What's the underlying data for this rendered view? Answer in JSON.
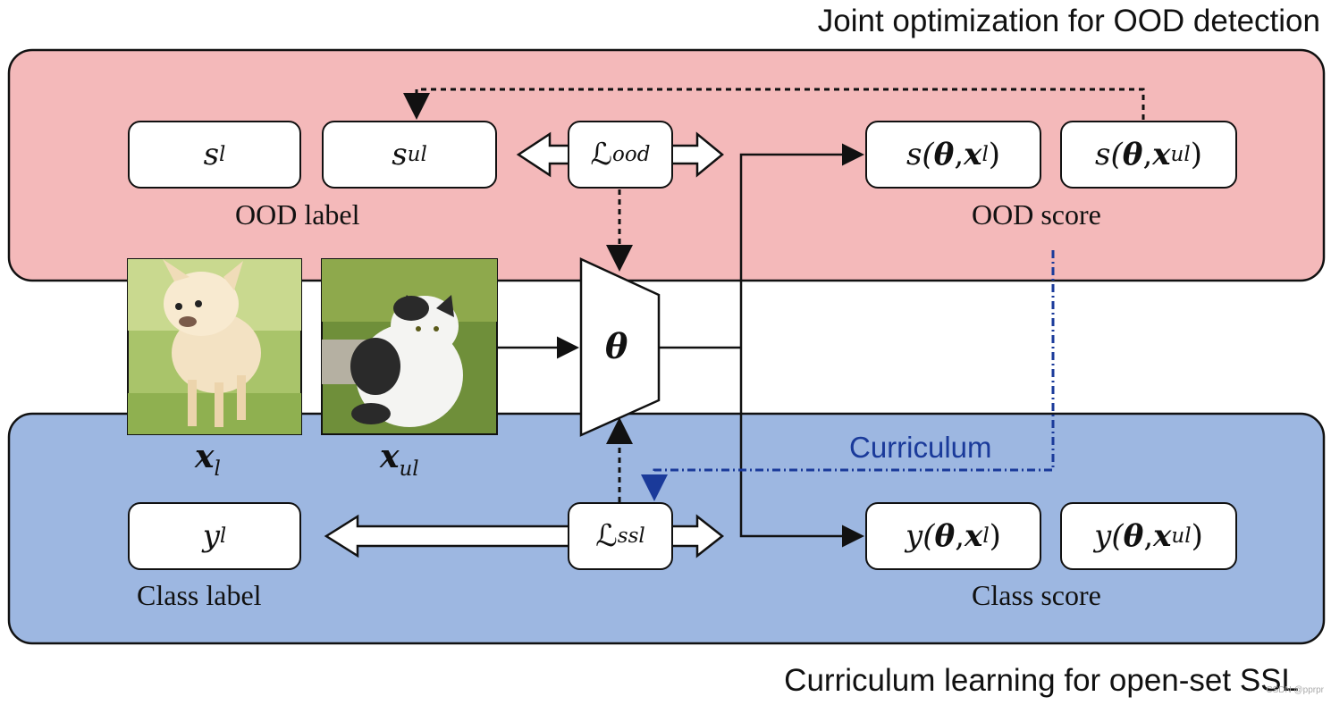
{
  "titles": {
    "top": "Joint optimization for OOD detection",
    "bottom": "Curriculum learning for open-set SSL"
  },
  "colors": {
    "top_panel": "#f4b9ba",
    "bottom_panel": "#9db7e1",
    "curriculum_line": "#1a3a9a"
  },
  "ood": {
    "s_l": {
      "base": "s",
      "sub": "l"
    },
    "s_ul": {
      "base": "s",
      "sub": "ul"
    },
    "loss": {
      "base": "ℒ",
      "sub": "ood"
    },
    "score_l": {
      "prefix": "s(",
      "theta": "θ",
      "comma": ",",
      "x": "x",
      "sub": "l",
      "suffix": ")"
    },
    "score_ul": {
      "prefix": "s(",
      "theta": "θ",
      "comma": ",",
      "x": "x",
      "sub": "ul",
      "suffix": ")"
    },
    "label_caption": "OOD label",
    "score_caption": "OOD score"
  },
  "ssl": {
    "y_l": {
      "base": "y",
      "sub": "l"
    },
    "loss": {
      "base": "ℒ",
      "sub": "ssl"
    },
    "score_l": {
      "prefix": "y(",
      "theta": "θ",
      "comma": ",",
      "x": "x",
      "sub": "l",
      "suffix": ")"
    },
    "score_ul": {
      "prefix": "y(",
      "theta": "θ",
      "comma": ",",
      "x": "x",
      "sub": "ul",
      "suffix": ")"
    },
    "label_caption": "Class label",
    "score_caption": "Class score"
  },
  "inputs": {
    "x_l": {
      "base": "x",
      "sub": "l",
      "image": "dog-photo"
    },
    "x_ul": {
      "base": "x",
      "sub": "ul",
      "image": "cat-photo"
    }
  },
  "model": {
    "symbol": "θ"
  },
  "curriculum_label": "Curriculum",
  "watermark": "CSDN @pprpr"
}
